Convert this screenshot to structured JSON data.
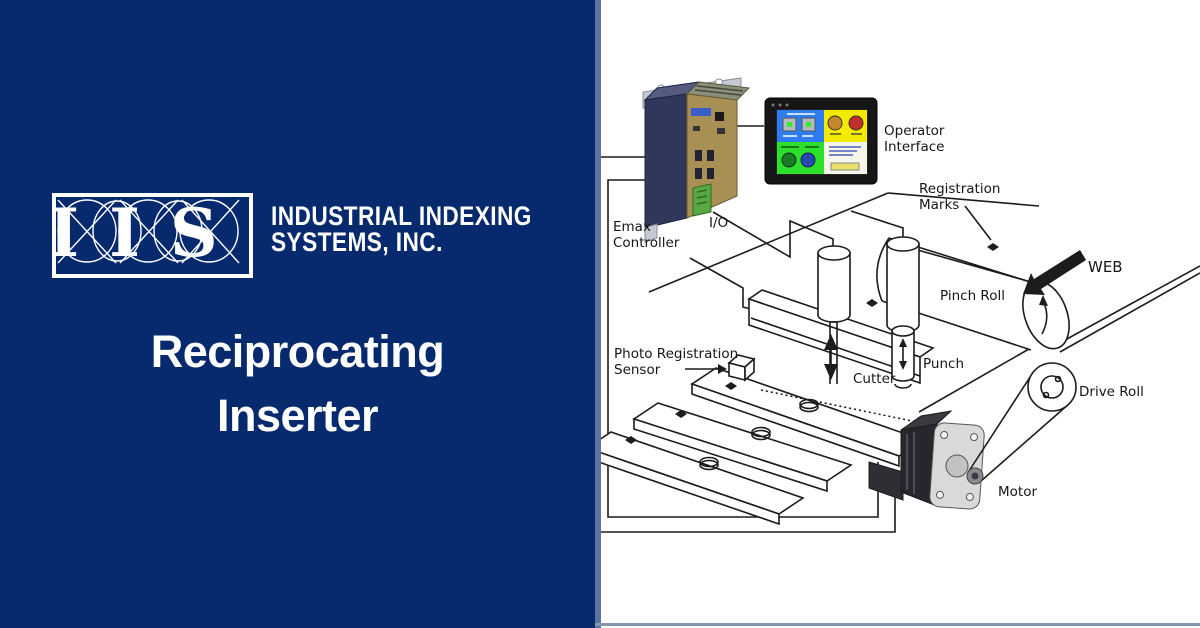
{
  "brand": {
    "monogram": "IIS",
    "company": [
      "INDUSTRIAL INDEXING",
      "SYSTEMS, INC."
    ],
    "title": [
      "Reciprocating",
      "Inserter"
    ]
  },
  "diagram": {
    "labels": {
      "emax": [
        "Emax",
        "Controller"
      ],
      "io": "I/O",
      "operator": [
        "Operator",
        "Interface"
      ],
      "registration": [
        "Registration",
        "Marks"
      ],
      "web": "WEB",
      "pinch_roll": "Pinch Roll",
      "punch": "Punch",
      "cutter": "Cutter",
      "photo_sensor": [
        "Photo Registration",
        "Sensor"
      ],
      "drive_roll": "Drive Roll",
      "motor": "Motor"
    }
  },
  "colors": {
    "navy_panel": "#062a6d",
    "divider": "#5d72a2",
    "bottom_line": "#8496ae",
    "diagram_ink": "#1c1c1c",
    "controller_body": "#31365c",
    "controller_panel": "#a89054",
    "terminal_green": "#58a843",
    "screen_blue": "#2d7df0",
    "screen_yellow": "#f2ea00",
    "screen_green": "#2ce02c",
    "button_red": "#c03028",
    "button_orange": "#c6862c"
  }
}
